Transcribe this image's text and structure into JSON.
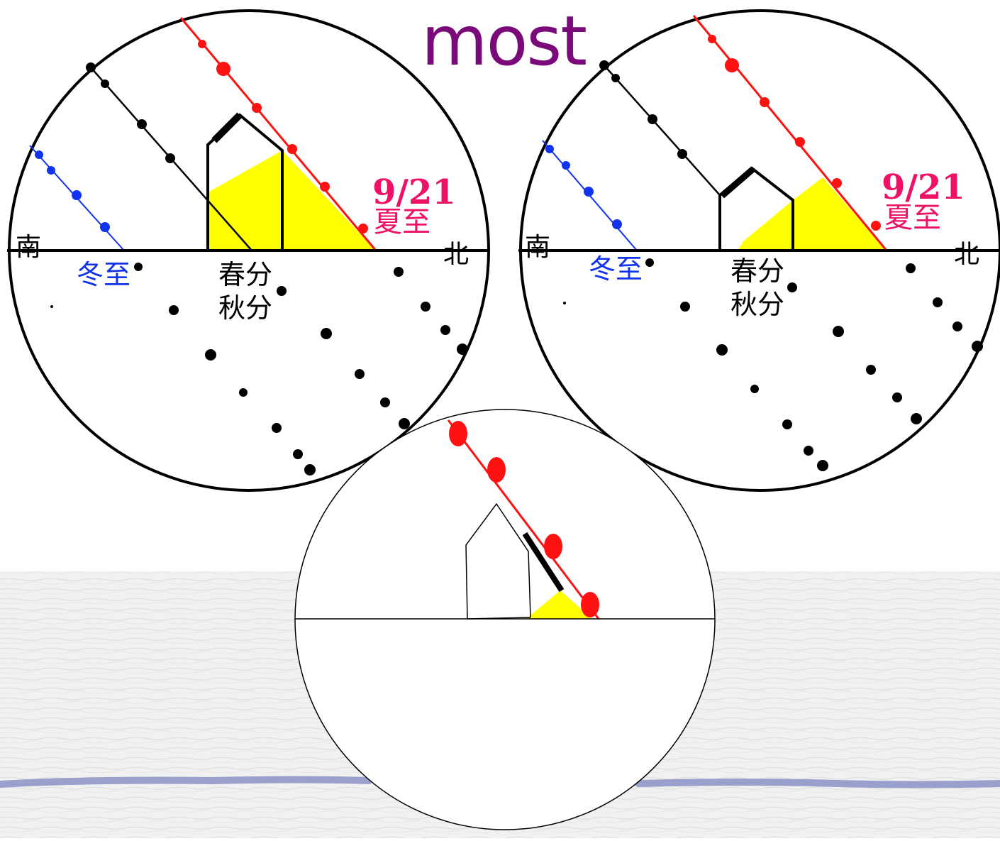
{
  "slide": {
    "title": "most"
  },
  "diagrams": {
    "left": {
      "date_label": "9/21",
      "summer_label": "夏至",
      "south_label": "南",
      "north_label": "北",
      "winter_label": "冬至",
      "equinox_spring_label": "春分",
      "equinox_autumn_label": "秋分"
    },
    "right": {
      "date_label": "9/21",
      "summer_label": "夏至",
      "south_label": "南",
      "north_label": "北",
      "winter_label": "冬至",
      "equinox_spring_label": "春分",
      "equinox_autumn_label": "秋分"
    }
  },
  "colors": {
    "summer": "#ff1111",
    "winter": "#1133ee",
    "equinox": "#000000",
    "sunlit": "#ffff00",
    "title": "#7a0a7a",
    "date_label": "#ee1166"
  }
}
